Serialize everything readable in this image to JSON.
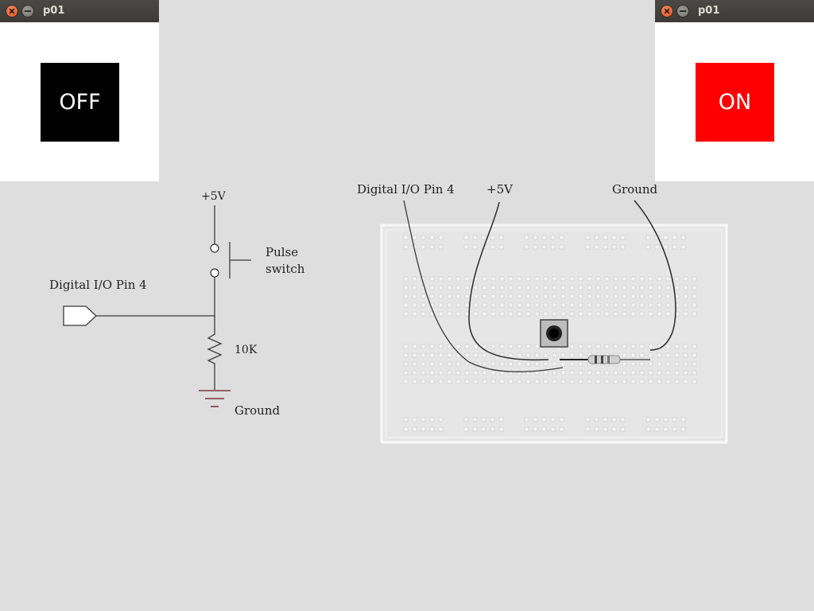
{
  "windows": {
    "left": {
      "title": "p01",
      "state_label": "OFF",
      "state_color": "#000000"
    },
    "right": {
      "title": "p01",
      "state_label": "ON",
      "state_color": "#ff0000"
    }
  },
  "schematic": {
    "vcc_label": "+5V",
    "switch_label_line1": "Pulse",
    "switch_label_line2": "switch",
    "pin_label": "Digital I/O Pin 4",
    "resistor_label": "10K",
    "ground_label": "Ground"
  },
  "breadboard": {
    "pin_label": "Digital I/O Pin 4",
    "vcc_label": "+5V",
    "ground_label": "Ground"
  },
  "colors": {
    "desktop_bg": "#dedede",
    "window_bg": "#ffffff",
    "titlebar_bg": "#3c3b37",
    "close_button": "#e95420"
  }
}
